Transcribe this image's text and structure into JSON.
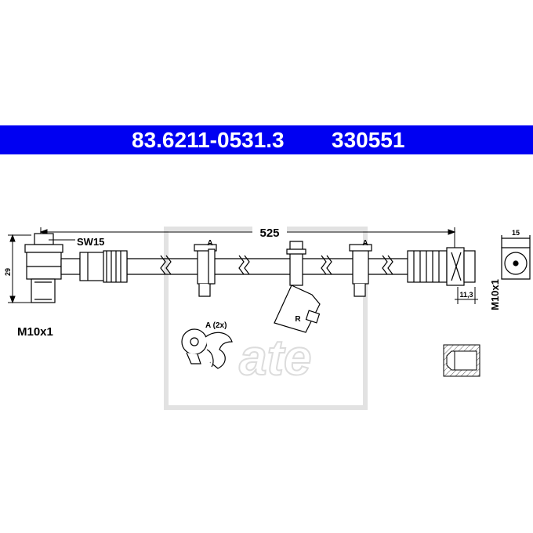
{
  "header": {
    "part_number": "83.6211-0531.3",
    "ref_number": "330551",
    "banner_color": "#0000f2"
  },
  "dimensions": {
    "length": "525",
    "wrench_size": "SW15",
    "height": "29",
    "left_thread": "M10x1",
    "right_thread": "M10x1",
    "fitting_width": "15",
    "fitting_length": "11,3"
  },
  "labels": {
    "clip_a": "A",
    "clip_a_2x": "A (2x)",
    "bracket_r": "R"
  },
  "logo": {
    "text": "ate"
  }
}
